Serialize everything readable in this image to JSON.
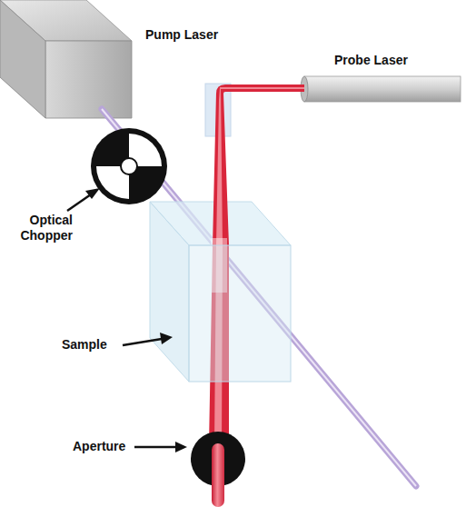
{
  "diagram": {
    "labels": [
      "Pump Laser",
      "Probe Laser",
      "Optical Chopper",
      "Sample",
      "Aperture"
    ]
  }
}
